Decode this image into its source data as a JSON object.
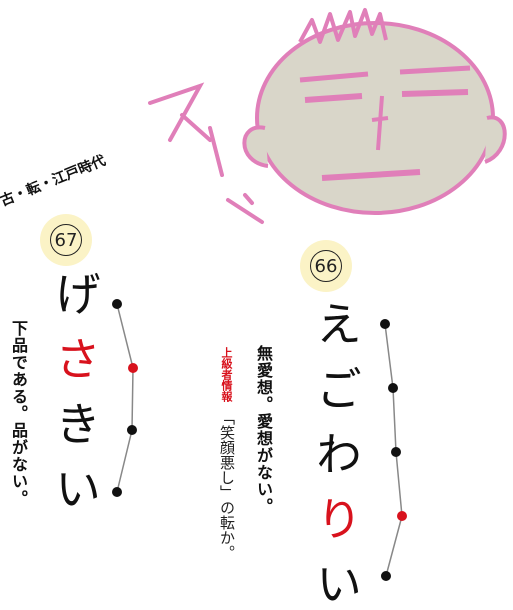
{
  "illustration": {
    "name": "sketch-face",
    "stroke_color": "#e07fb9",
    "fill_color": "#d9d6c9",
    "onomatopoeia": "スーン"
  },
  "entry_67": {
    "number": "67",
    "category_label": "古・転・江戸時代",
    "word_chars": [
      "げ",
      "さ",
      "き",
      "い"
    ],
    "accent_index": 1,
    "description": "下品である。品がない。",
    "accent_color": "#d8121d"
  },
  "entry_66": {
    "number": "66",
    "word_chars": [
      "え",
      "ご",
      "わ",
      "り",
      "い"
    ],
    "accent_index": 3,
    "description": "無愛想。愛想がない。",
    "note_label": "上級者情報",
    "note_text": "「笑顔悪し」の転か。",
    "accent_color": "#d8121d"
  }
}
